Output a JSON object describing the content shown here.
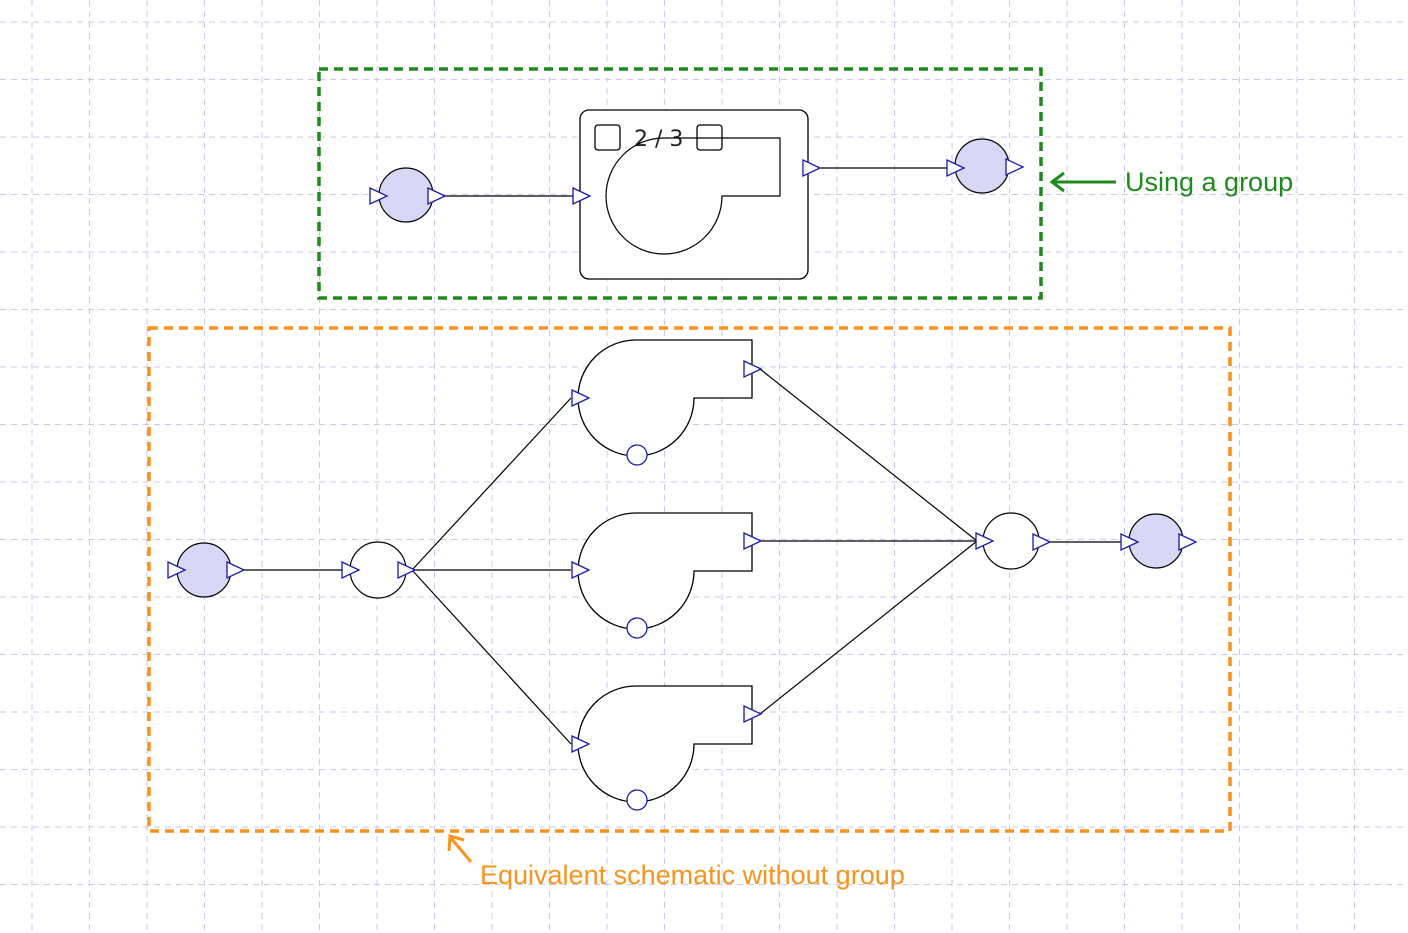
{
  "annotations": {
    "group_label": "Using a group",
    "equivalent_label": "Equivalent schematic without group"
  },
  "group_block": {
    "counter_text": "2 / 3"
  },
  "colors": {
    "group_frame": "#1e8a1e",
    "equivalent_frame": "#f7941d",
    "node_fill": "#d8d8f6",
    "port_stroke": "#1a1aa8",
    "grid": "#c9c9ee"
  }
}
